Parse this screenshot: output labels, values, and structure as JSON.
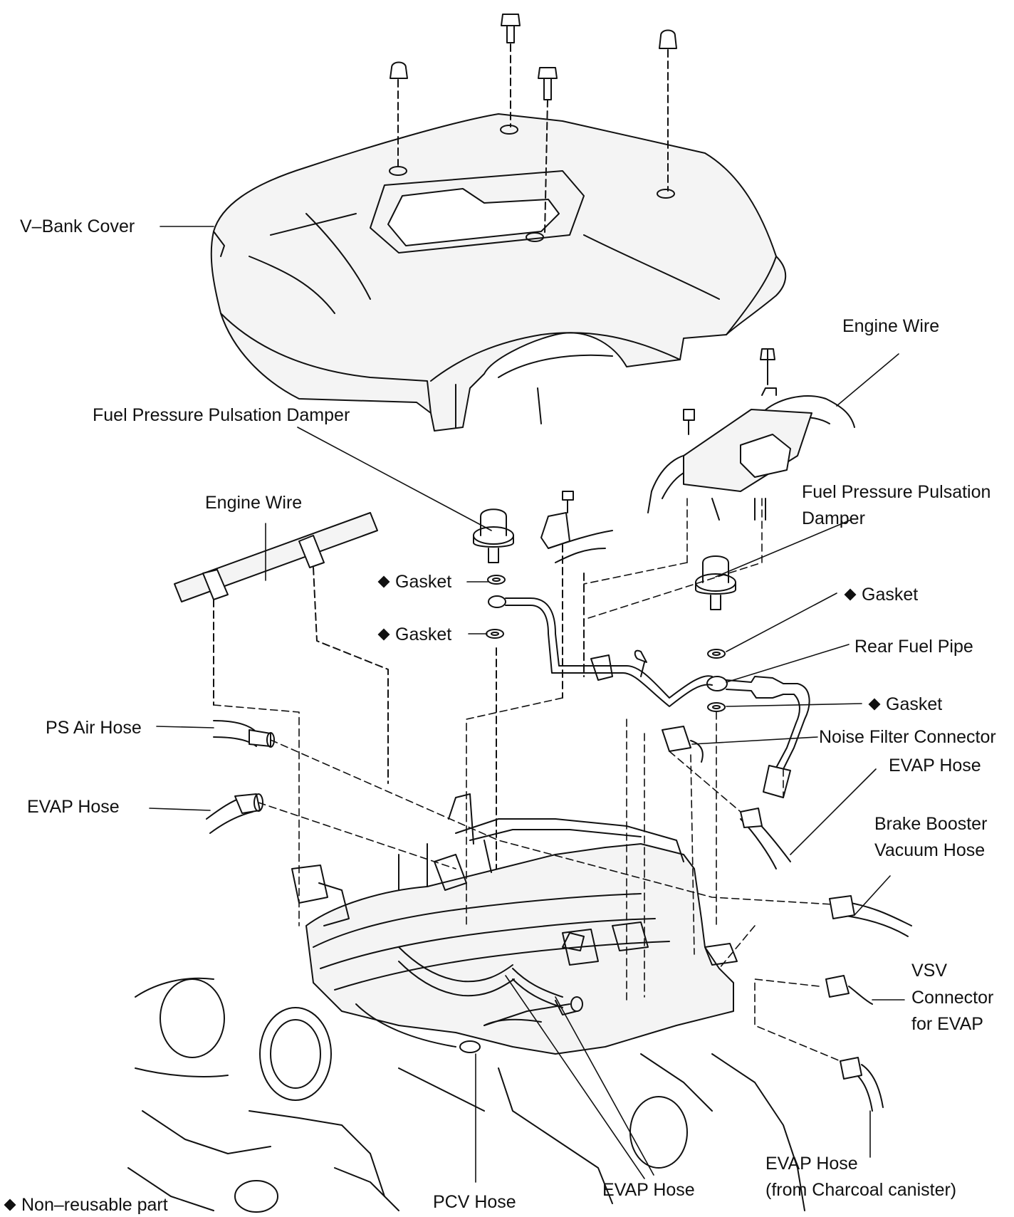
{
  "labels": {
    "v_bank_cover": "V–Bank Cover",
    "engine_wire_right": "Engine Wire",
    "fuel_damper_left": "Fuel Pressure Pulsation Damper",
    "engine_wire_left": "Engine Wire",
    "fuel_damper_right_line1": "Fuel Pressure Pulsation",
    "fuel_damper_right_line2": "Damper",
    "gasket_1": "Gasket",
    "gasket_2": "Gasket",
    "gasket_3": "Gasket",
    "gasket_4": "Gasket",
    "rear_fuel_pipe": "Rear Fuel Pipe",
    "ps_air_hose": "PS Air Hose",
    "noise_filter_connector": "Noise Filter Connector",
    "evap_hose_right": "EVAP Hose",
    "evap_hose_left": "EVAP Hose",
    "brake_booster_line1": "Brake Booster",
    "brake_booster_line2": "Vacuum Hose",
    "vsv_line1": "VSV",
    "vsv_line2": "Connector",
    "vsv_line3": "for EVAP",
    "evap_canister_line1": "EVAP Hose",
    "evap_canister_line2": "(from Charcoal canister)",
    "pcv_hose": "PCV Hose",
    "evap_hose_bottom": "EVAP Hose",
    "legend": "Non–reusable part"
  },
  "colors": {
    "ink": "#111111",
    "paper": "#ffffff",
    "cover_fill": "#f4f4f4"
  },
  "icons": {
    "non_reusable_marker": "diamond-icon"
  }
}
